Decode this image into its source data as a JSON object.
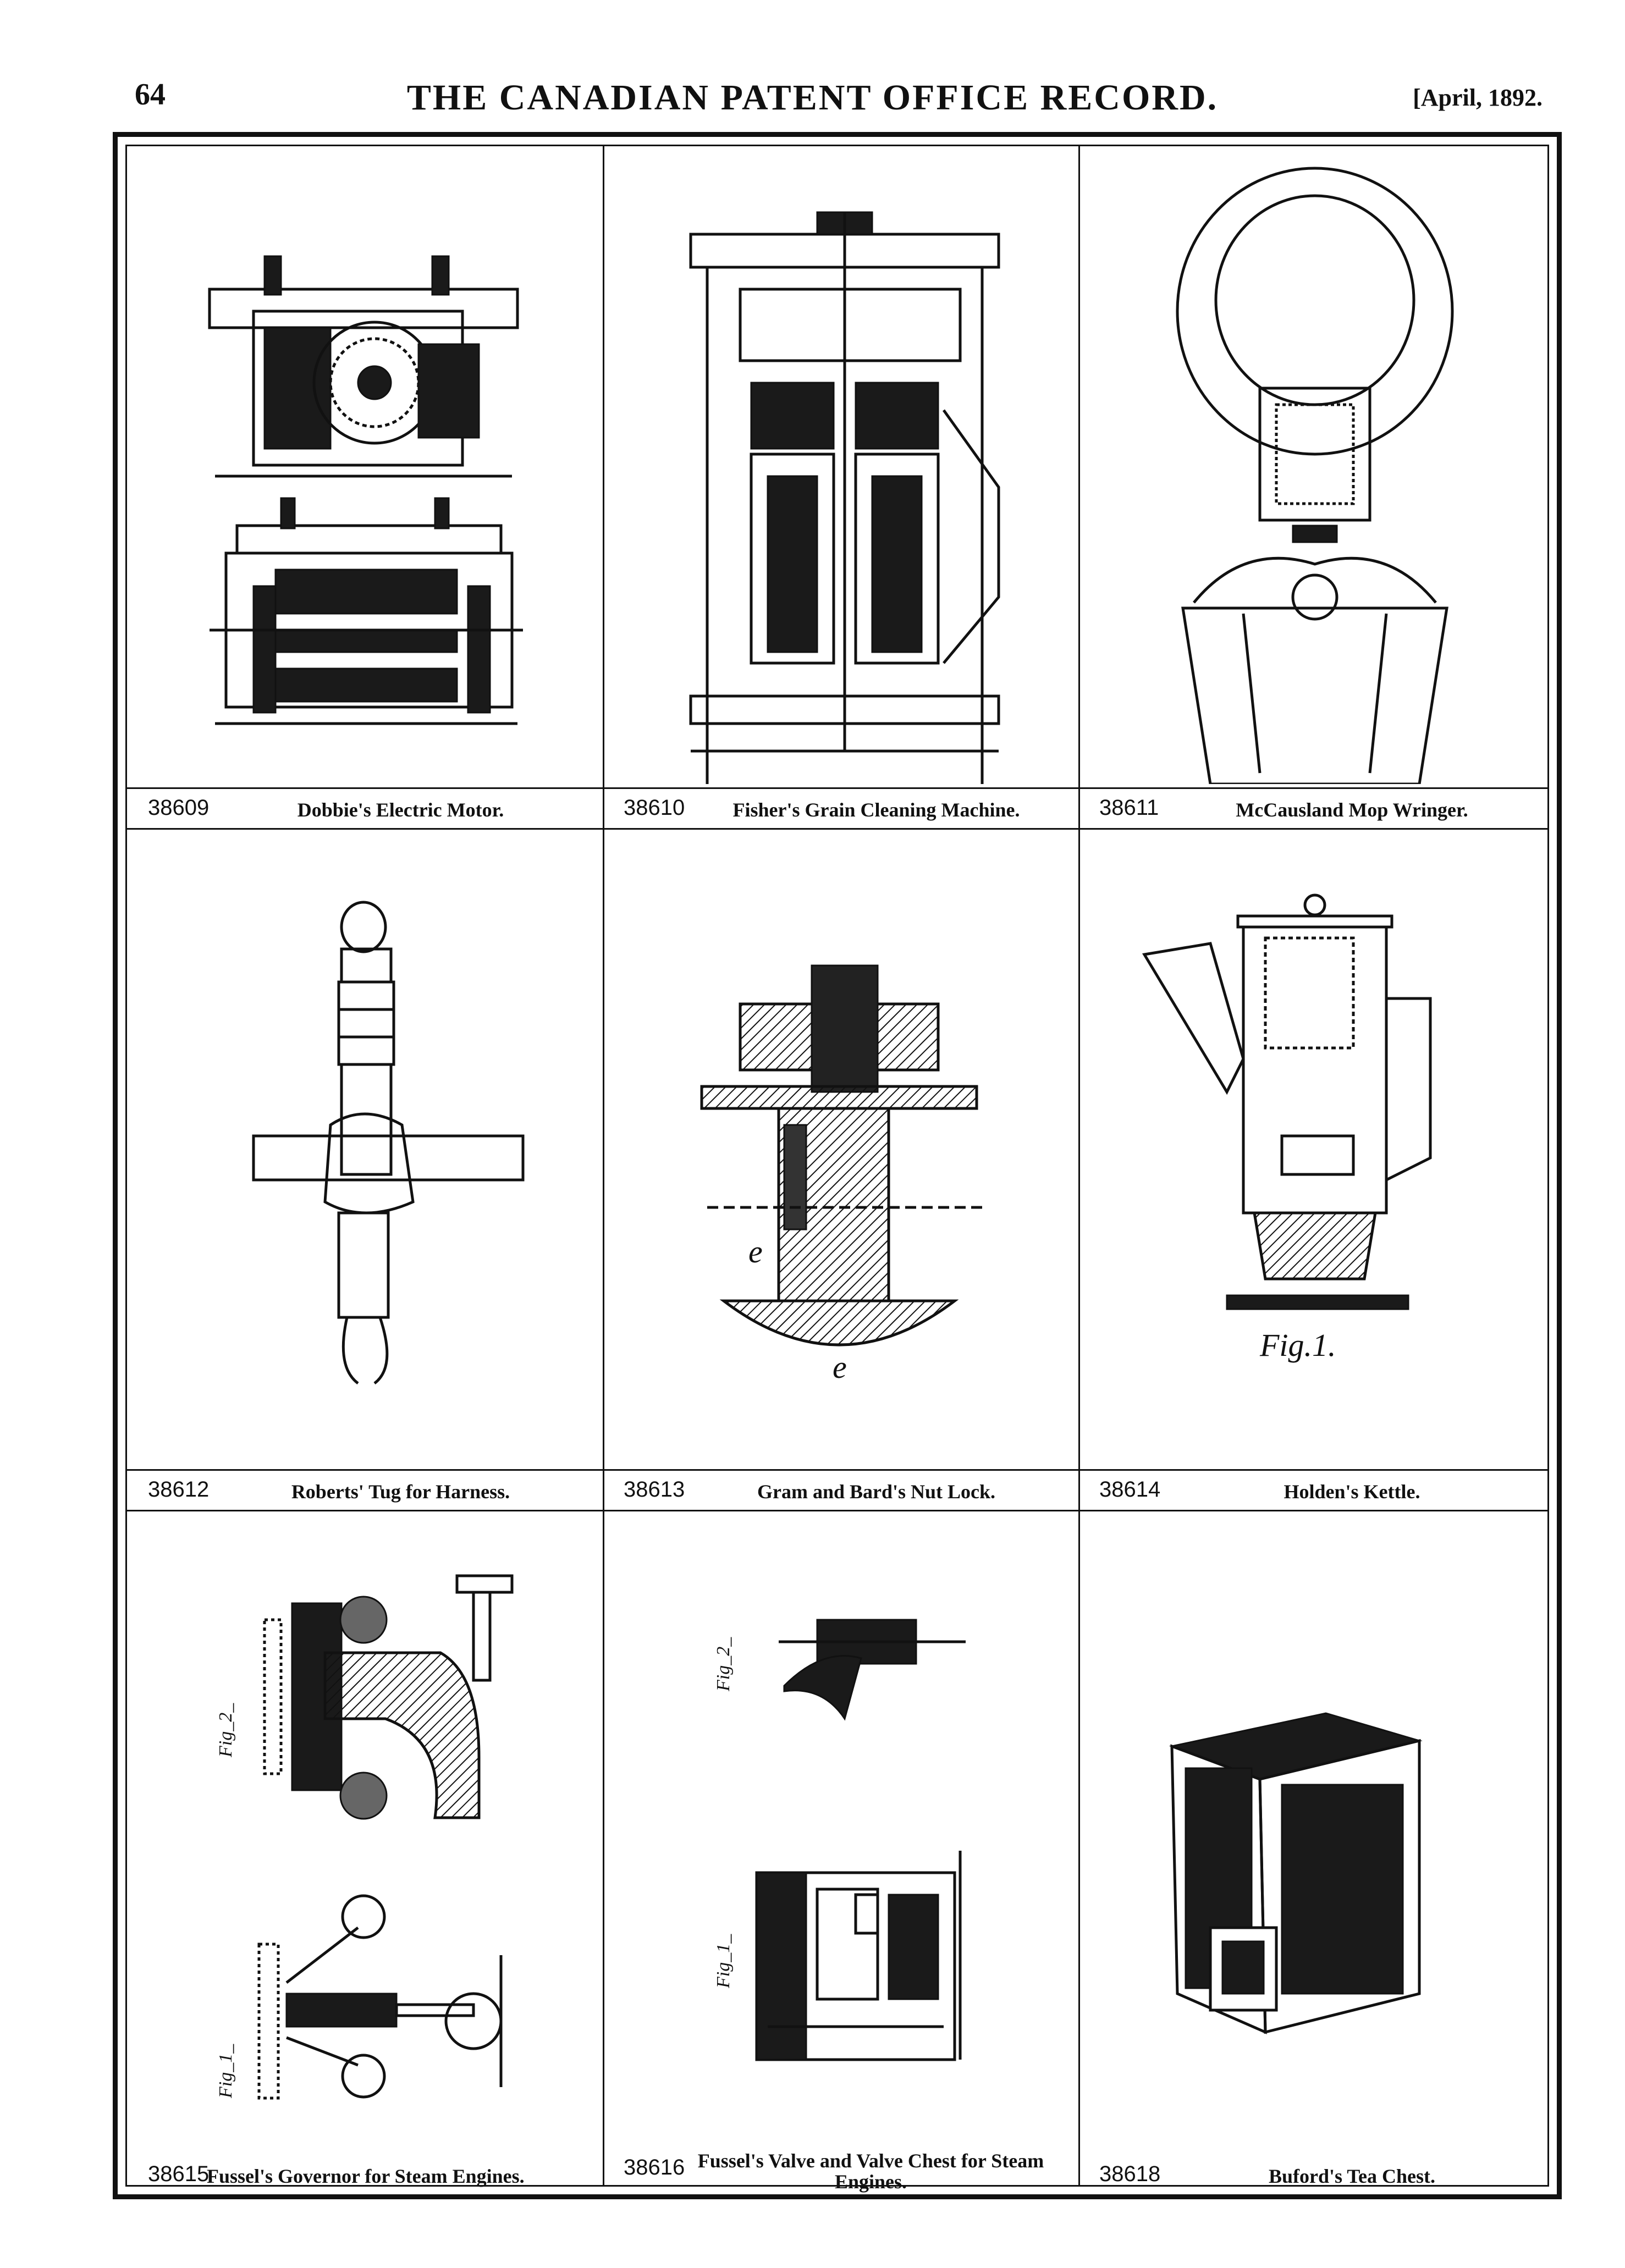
{
  "header": {
    "page_number": "64",
    "title": "THE CANADIAN PATENT OFFICE RECORD.",
    "date": "[April, 1892."
  },
  "patents": [
    {
      "number": "38609",
      "title": "Dobbie's Electric Motor."
    },
    {
      "number": "38610",
      "title": "Fisher's Grain Cleaning Machine."
    },
    {
      "number": "38611",
      "title": "McCausland Mop Wringer."
    },
    {
      "number": "38612",
      "title": "Roberts' Tug for Harness."
    },
    {
      "number": "38613",
      "title": "Gram and Bard's Nut Lock."
    },
    {
      "number": "38614",
      "title": "Holden's Kettle."
    },
    {
      "number": "38615",
      "title": "Fussel's Governor for Steam Engines."
    },
    {
      "number": "38616",
      "title": "Fussel's Valve and Valve Chest for Steam Engines."
    },
    {
      "number": "38618",
      "title": "Buford's Tea Chest."
    }
  ],
  "figure_labels": {
    "kettle_fig": "Fig.1.",
    "nut_lock_e": "e",
    "gov_fig2": "Fig_2_",
    "gov_fig1": "Fig_1_",
    "valve_fig2": "Fig_2_",
    "valve_fig1": "Fig_1_"
  }
}
